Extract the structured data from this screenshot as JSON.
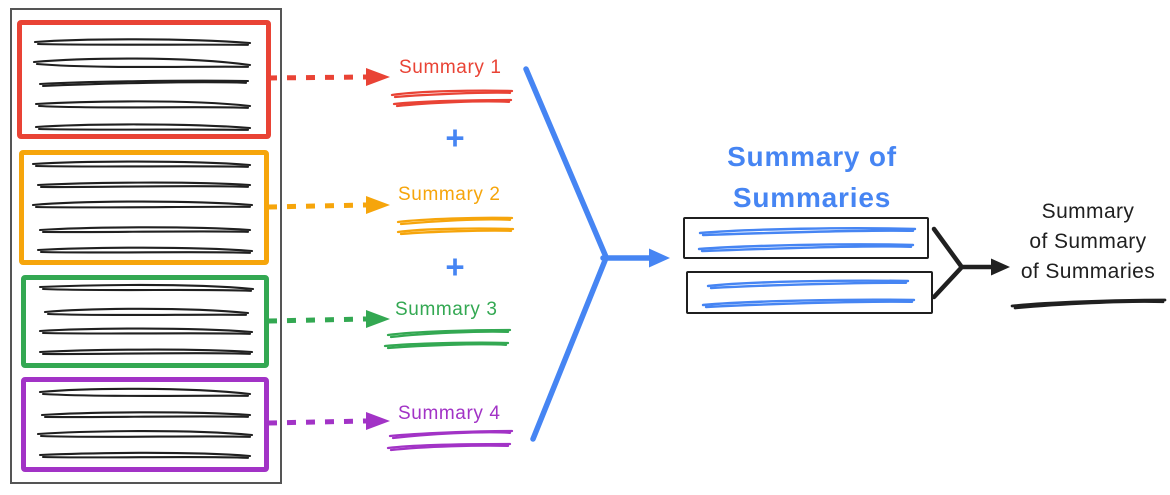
{
  "colors": {
    "red": "#E94335",
    "orange": "#F6A50B",
    "green": "#33A852",
    "purple": "#A233C6",
    "blue": "#4685F3",
    "ink": "#202020",
    "frame": "#555555"
  },
  "summaries": {
    "plus": "+",
    "items": [
      {
        "label": "Summary 1",
        "color": "red"
      },
      {
        "label": "Summary 2",
        "color": "orange"
      },
      {
        "label": "Summary 3",
        "color": "green"
      },
      {
        "label": "Summary 4",
        "color": "purple"
      }
    ]
  },
  "merge": {
    "title_lines": [
      "Summary of",
      "Summaries"
    ]
  },
  "final": {
    "label_lines": [
      "Summary",
      "of Summary",
      "of Summaries"
    ]
  }
}
